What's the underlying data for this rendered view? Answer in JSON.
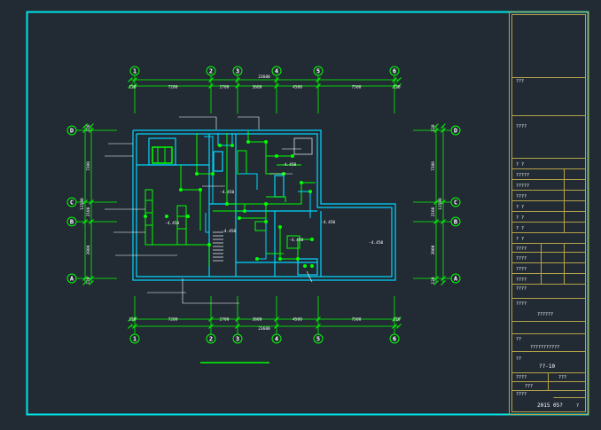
{
  "drawing": {
    "colors": {
      "background": "#222a34",
      "frame": "#00e6e6",
      "title_block": "#b5a44a",
      "grid": "#00ff00",
      "wall": "#00d7ff",
      "pipe": "#00ff00",
      "text": "#ffffff",
      "leader": "#ffffff"
    },
    "top_axes": [
      "1",
      "2",
      "3",
      "4",
      "5",
      "6"
    ],
    "bottom_axes": [
      "1",
      "2",
      "3",
      "4",
      "5",
      "6"
    ],
    "left_axes": [
      "D",
      "C",
      "B",
      "A"
    ],
    "right_axes": [
      "D",
      "C",
      "B",
      "A"
    ],
    "top_dims": {
      "total": "23600",
      "segments": [
        "120",
        "7200",
        "2700",
        "3600",
        "4500",
        "7500",
        "120"
      ]
    },
    "bottom_dims": {
      "total": "23600",
      "segments": [
        "120",
        "7200",
        "2700",
        "3600",
        "4500",
        "7500",
        "120"
      ]
    },
    "left_dims": {
      "total": "13500",
      "segments": [
        "120",
        "7200",
        "2100",
        "3900",
        "120"
      ]
    },
    "right_dims": {
      "total": "13500",
      "segments": [
        "120",
        "7200",
        "2100",
        "3900",
        "120"
      ]
    },
    "level_marks": [
      "-4.450",
      "-4.450",
      "-4.450",
      "-4.450",
      "-4.450",
      "-4.450",
      "-4.450"
    ]
  },
  "title_block": {
    "row_labels": [
      "???",
      "????",
      "?  ?",
      "?????",
      "?????",
      "????",
      "?  ?",
      "?  ?",
      "?  ?",
      "?  ?",
      "????",
      "????",
      "????",
      "????",
      "????",
      "????",
      "??",
      "??"
    ],
    "company": "??????",
    "project": "???????????",
    "drawing_no": "??-10",
    "scale_label": "????",
    "scale_value": "???",
    "sheet_label": "???",
    "date_label": "????",
    "date_value": "2015  05?",
    "sheet_value": "?"
  }
}
